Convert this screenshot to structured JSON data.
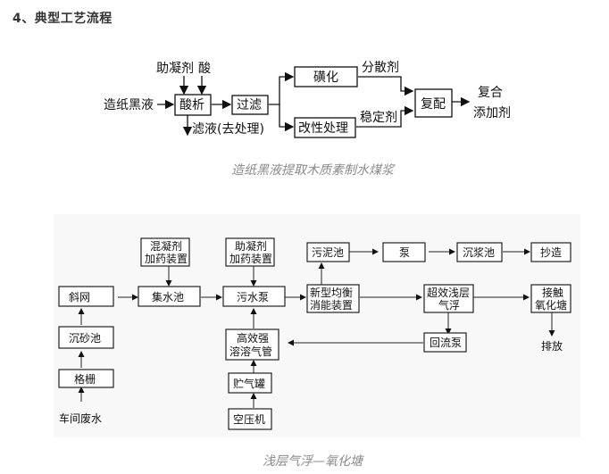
{
  "heading": "4、典型工艺流程",
  "diagram1": {
    "caption": "造纸黑液提取木质素制水煤浆",
    "inputs": {
      "coagulant_aid": "助凝剂",
      "acid": "酸",
      "black_liquor": "造纸黑液"
    },
    "boxes": {
      "acid_precipitation": "酸析",
      "filtration": "过滤",
      "sulfonation": "磺化",
      "modification": "改性处理",
      "compounding": "复配"
    },
    "labels": {
      "filtrate": "滤液(去处理)",
      "dispersant": "分散剂",
      "stabilizer": "稳定剂",
      "output_line1": "复合",
      "output_line2": "添加剂"
    }
  },
  "diagram2": {
    "caption": "浅层气浮—氧化塘",
    "boxes": {
      "coagulant_dosing": [
        "混凝剂",
        "加药装置"
      ],
      "aid_dosing": [
        "助凝剂",
        "加药装置"
      ],
      "sludge_pool": "污泥池",
      "pump": "泵",
      "pulp_pool": "沉浆池",
      "papermaking": "抄造",
      "inclined_screen": "斜网",
      "collection_pool": "集水池",
      "sewage_pump": "污水泵",
      "equalizer": [
        "新型均衡",
        "消能装置"
      ],
      "flotation": [
        "超效浅层",
        "气浮"
      ],
      "oxidation_pond": [
        "接触",
        "氧化塘"
      ],
      "grit_chamber": "沉砂池",
      "dissolving_tube": [
        "高效强",
        "溶溶气管"
      ],
      "reflux_pump": "回流泵",
      "grating": "格栅",
      "gas_tank": "贮气罐",
      "air_compressor": "空压机"
    },
    "labels": {
      "wastewater": "车间废水",
      "discharge": "排放"
    }
  }
}
